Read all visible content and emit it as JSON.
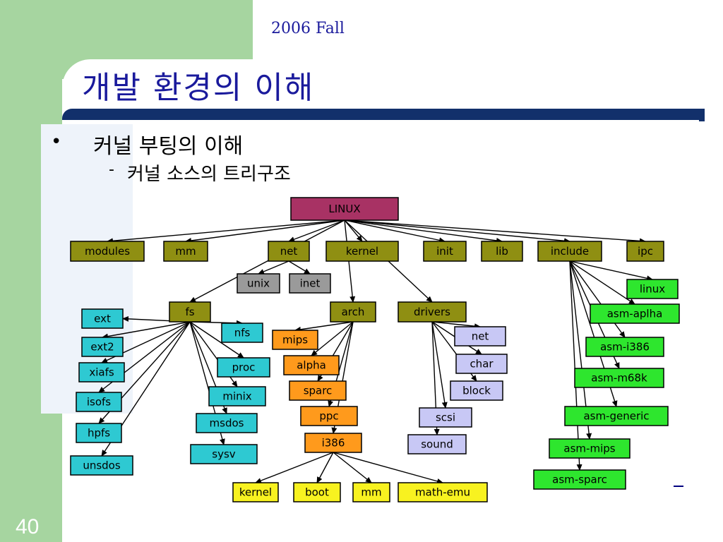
{
  "header": {
    "semester": "2006 Fall",
    "title": "개발 환경의 이해"
  },
  "content": {
    "bullet_symbol": "•",
    "bullet": "커널 부팅의 이해",
    "sub_dash": "-",
    "sub_bullet": "커널 소스의 트리구조"
  },
  "footer": {
    "page_number": "40"
  },
  "tree": {
    "nodes": [
      {
        "id": "linux",
        "label": "LINUX",
        "color": "#a83264"
      },
      {
        "id": "modules",
        "label": "modules",
        "color": "#8f8f12"
      },
      {
        "id": "mm",
        "label": "mm",
        "color": "#8f8f12"
      },
      {
        "id": "net",
        "label": "net",
        "color": "#8f8f12"
      },
      {
        "id": "kernel",
        "label": "kernel",
        "color": "#8f8f12"
      },
      {
        "id": "init",
        "label": "init",
        "color": "#8f8f12"
      },
      {
        "id": "lib",
        "label": "lib",
        "color": "#8f8f12"
      },
      {
        "id": "include",
        "label": "include",
        "color": "#8f8f12"
      },
      {
        "id": "ipc",
        "label": "ipc",
        "color": "#8f8f12"
      },
      {
        "id": "unix",
        "label": "unix",
        "color": "#9a9a9a"
      },
      {
        "id": "inet",
        "label": "inet",
        "color": "#9a9a9a"
      },
      {
        "id": "fs",
        "label": "fs",
        "color": "#8f8f12"
      },
      {
        "id": "arch",
        "label": "arch",
        "color": "#8f8f12"
      },
      {
        "id": "drivers",
        "label": "drivers",
        "color": "#8f8f12"
      },
      {
        "id": "ext",
        "label": "ext",
        "color": "#2ec9d2"
      },
      {
        "id": "ext2",
        "label": "ext2",
        "color": "#2ec9d2"
      },
      {
        "id": "xiafs",
        "label": "xiafs",
        "color": "#2ec9d2"
      },
      {
        "id": "isofs",
        "label": "isofs",
        "color": "#2ec9d2"
      },
      {
        "id": "hpfs",
        "label": "hpfs",
        "color": "#2ec9d2"
      },
      {
        "id": "unsdos",
        "label": "unsdos",
        "color": "#2ec9d2"
      },
      {
        "id": "nfs",
        "label": "nfs",
        "color": "#2ec9d2"
      },
      {
        "id": "proc",
        "label": "proc",
        "color": "#2ec9d2"
      },
      {
        "id": "minix",
        "label": "minix",
        "color": "#2ec9d2"
      },
      {
        "id": "msdos",
        "label": "msdos",
        "color": "#2ec9d2"
      },
      {
        "id": "sysv",
        "label": "sysv",
        "color": "#2ec9d2"
      },
      {
        "id": "mips",
        "label": "mips",
        "color": "#ff9a1c"
      },
      {
        "id": "alpha",
        "label": "alpha",
        "color": "#ff9a1c"
      },
      {
        "id": "sparc",
        "label": "sparc",
        "color": "#ff9a1c"
      },
      {
        "id": "ppc",
        "label": "ppc",
        "color": "#ff9a1c"
      },
      {
        "id": "i386",
        "label": "i386",
        "color": "#ff9a1c"
      },
      {
        "id": "kernel2",
        "label": "kernel",
        "color": "#f8f220"
      },
      {
        "id": "boot",
        "label": "boot",
        "color": "#f8f220"
      },
      {
        "id": "mm2",
        "label": "mm",
        "color": "#f8f220"
      },
      {
        "id": "mathemu",
        "label": "math-emu",
        "color": "#f8f220"
      },
      {
        "id": "dnet",
        "label": "net",
        "color": "#c8c8f5"
      },
      {
        "id": "char",
        "label": "char",
        "color": "#c8c8f5"
      },
      {
        "id": "block",
        "label": "block",
        "color": "#c8c8f5"
      },
      {
        "id": "scsi",
        "label": "scsi",
        "color": "#c8c8f5"
      },
      {
        "id": "sound",
        "label": "sound",
        "color": "#c8c8f5"
      },
      {
        "id": "ilinux",
        "label": "linux",
        "color": "#2ee62e"
      },
      {
        "id": "asmalpha",
        "label": "asm-aplha",
        "color": "#2ee62e"
      },
      {
        "id": "asmi386",
        "label": "asm-i386",
        "color": "#2ee62e"
      },
      {
        "id": "asmm68k",
        "label": "asm-m68k",
        "color": "#2ee62e"
      },
      {
        "id": "asmgeneric",
        "label": "asm-generic",
        "color": "#2ee62e"
      },
      {
        "id": "asmmips",
        "label": "asm-mips",
        "color": "#2ee62e"
      },
      {
        "id": "asmsparc",
        "label": "asm-sparc",
        "color": "#2ee62e"
      }
    ],
    "edges": [
      [
        "linux",
        "modules"
      ],
      [
        "linux",
        "mm"
      ],
      [
        "linux",
        "net"
      ],
      [
        "linux",
        "kernel"
      ],
      [
        "linux",
        "init"
      ],
      [
        "linux",
        "lib"
      ],
      [
        "linux",
        "include"
      ],
      [
        "linux",
        "ipc"
      ],
      [
        "linux",
        "fs"
      ],
      [
        "linux",
        "arch"
      ],
      [
        "linux",
        "drivers"
      ],
      [
        "net",
        "unix"
      ],
      [
        "net",
        "inet"
      ],
      [
        "fs",
        "ext"
      ],
      [
        "fs",
        "ext2"
      ],
      [
        "fs",
        "xiafs"
      ],
      [
        "fs",
        "isofs"
      ],
      [
        "fs",
        "hpfs"
      ],
      [
        "fs",
        "unsdos"
      ],
      [
        "fs",
        "nfs"
      ],
      [
        "fs",
        "proc"
      ],
      [
        "fs",
        "minix"
      ],
      [
        "fs",
        "msdos"
      ],
      [
        "fs",
        "sysv"
      ],
      [
        "arch",
        "mips"
      ],
      [
        "arch",
        "alpha"
      ],
      [
        "arch",
        "sparc"
      ],
      [
        "arch",
        "ppc"
      ],
      [
        "arch",
        "i386"
      ],
      [
        "i386",
        "kernel2"
      ],
      [
        "i386",
        "boot"
      ],
      [
        "i386",
        "mm2"
      ],
      [
        "i386",
        "mathemu"
      ],
      [
        "drivers",
        "dnet"
      ],
      [
        "drivers",
        "char"
      ],
      [
        "drivers",
        "block"
      ],
      [
        "drivers",
        "scsi"
      ],
      [
        "drivers",
        "sound"
      ],
      [
        "include",
        "ilinux"
      ],
      [
        "include",
        "asmalpha"
      ],
      [
        "include",
        "asmi386"
      ],
      [
        "include",
        "asmm68k"
      ],
      [
        "include",
        "asmgeneric"
      ],
      [
        "include",
        "asmmips"
      ],
      [
        "include",
        "asmsparc"
      ]
    ]
  }
}
